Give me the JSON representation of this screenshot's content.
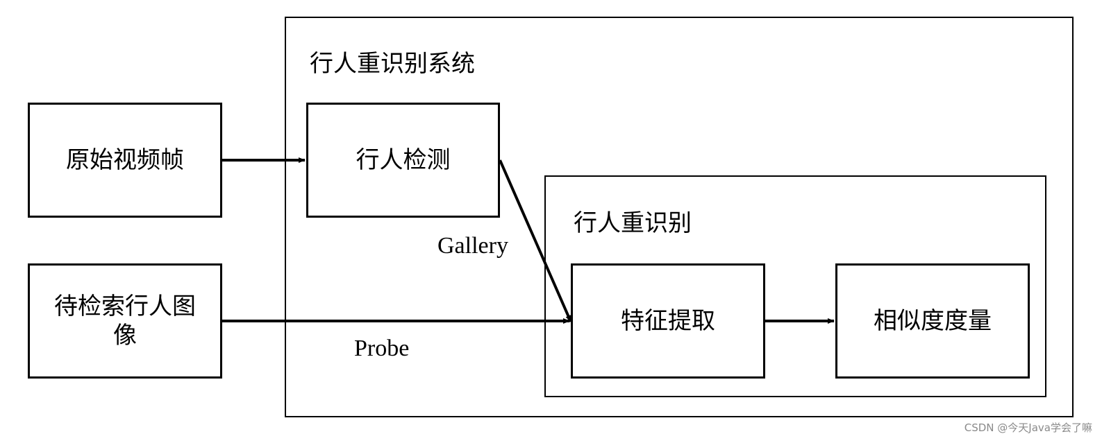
{
  "system": {
    "title": "行人重识别系统",
    "subsystem_title": "行人重识别"
  },
  "nodes": {
    "raw_video": "原始视频帧",
    "query_image": "待检索行人图像",
    "pedestrian_detection": "行人检测",
    "feature_extraction": "特征提取",
    "similarity_measure": "相似度度量"
  },
  "edges": {
    "gallery": "Gallery",
    "probe": "Probe"
  },
  "watermark": "CSDN @今天Java学会了嘛"
}
